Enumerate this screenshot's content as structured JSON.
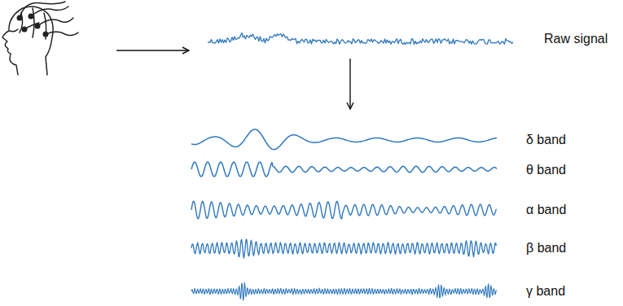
{
  "diagram": {
    "labels": [
      "Raw signal",
      "δ band",
      "θ band",
      "α band",
      "β band",
      "γ band"
    ]
  }
}
